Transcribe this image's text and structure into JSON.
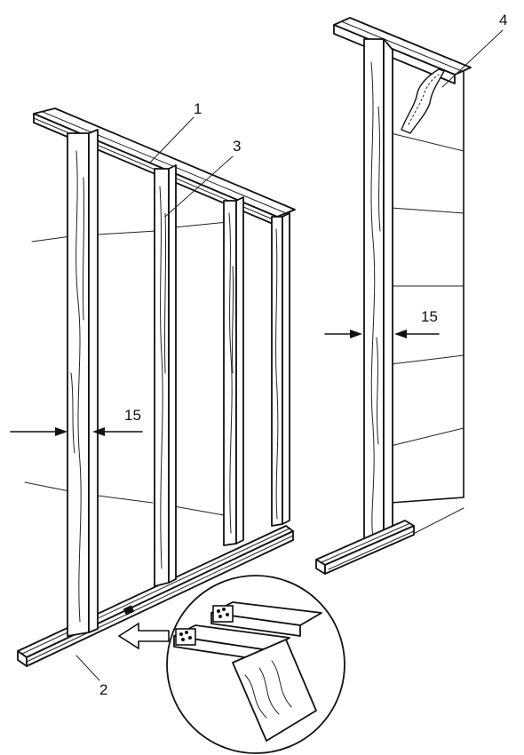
{
  "callouts": {
    "frame_header": "1",
    "frame_sole": "2",
    "frame_stud": "3",
    "sheathing_board": "4"
  },
  "dimensions": {
    "left_stud_thickness": "15",
    "right_stud_thickness": "15"
  },
  "colors": {
    "ink": "#111111",
    "paper": "#ffffff"
  }
}
